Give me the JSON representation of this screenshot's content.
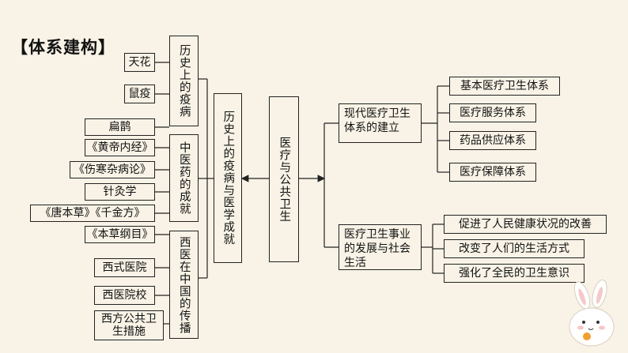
{
  "title": "【体系建构】",
  "left": {
    "history_label": "历史上的疫病",
    "history_items": [
      "天花",
      "鼠疫"
    ],
    "tcm_label": "中医药的成就",
    "tcm_items": [
      "扁鹊",
      "《黄帝内经》",
      "《伤寒杂病论》",
      "针灸学",
      "《唐本草》《千金方》",
      "《本草纲目》"
    ],
    "west_label": "西医在中国的传播",
    "west_items": [
      "西式医院",
      "西医院校",
      "西方公共卫生措施"
    ]
  },
  "center": {
    "mid_label": "历史上的疫病与医学成就",
    "core_label": "医疗与公共卫生"
  },
  "right": {
    "modern_label": "现代医疗卫生体系的建立",
    "modern_items": [
      "基本医疗卫生体系",
      "医疗服务体系",
      "药品供应体系",
      "医疗保障体系"
    ],
    "dev_label": "医疗卫生事业的发展与社会生活",
    "dev_items": [
      "促进了人民健康状况的改善",
      "改变了人们的生活方式",
      "强化了全民的卫生意识"
    ]
  }
}
